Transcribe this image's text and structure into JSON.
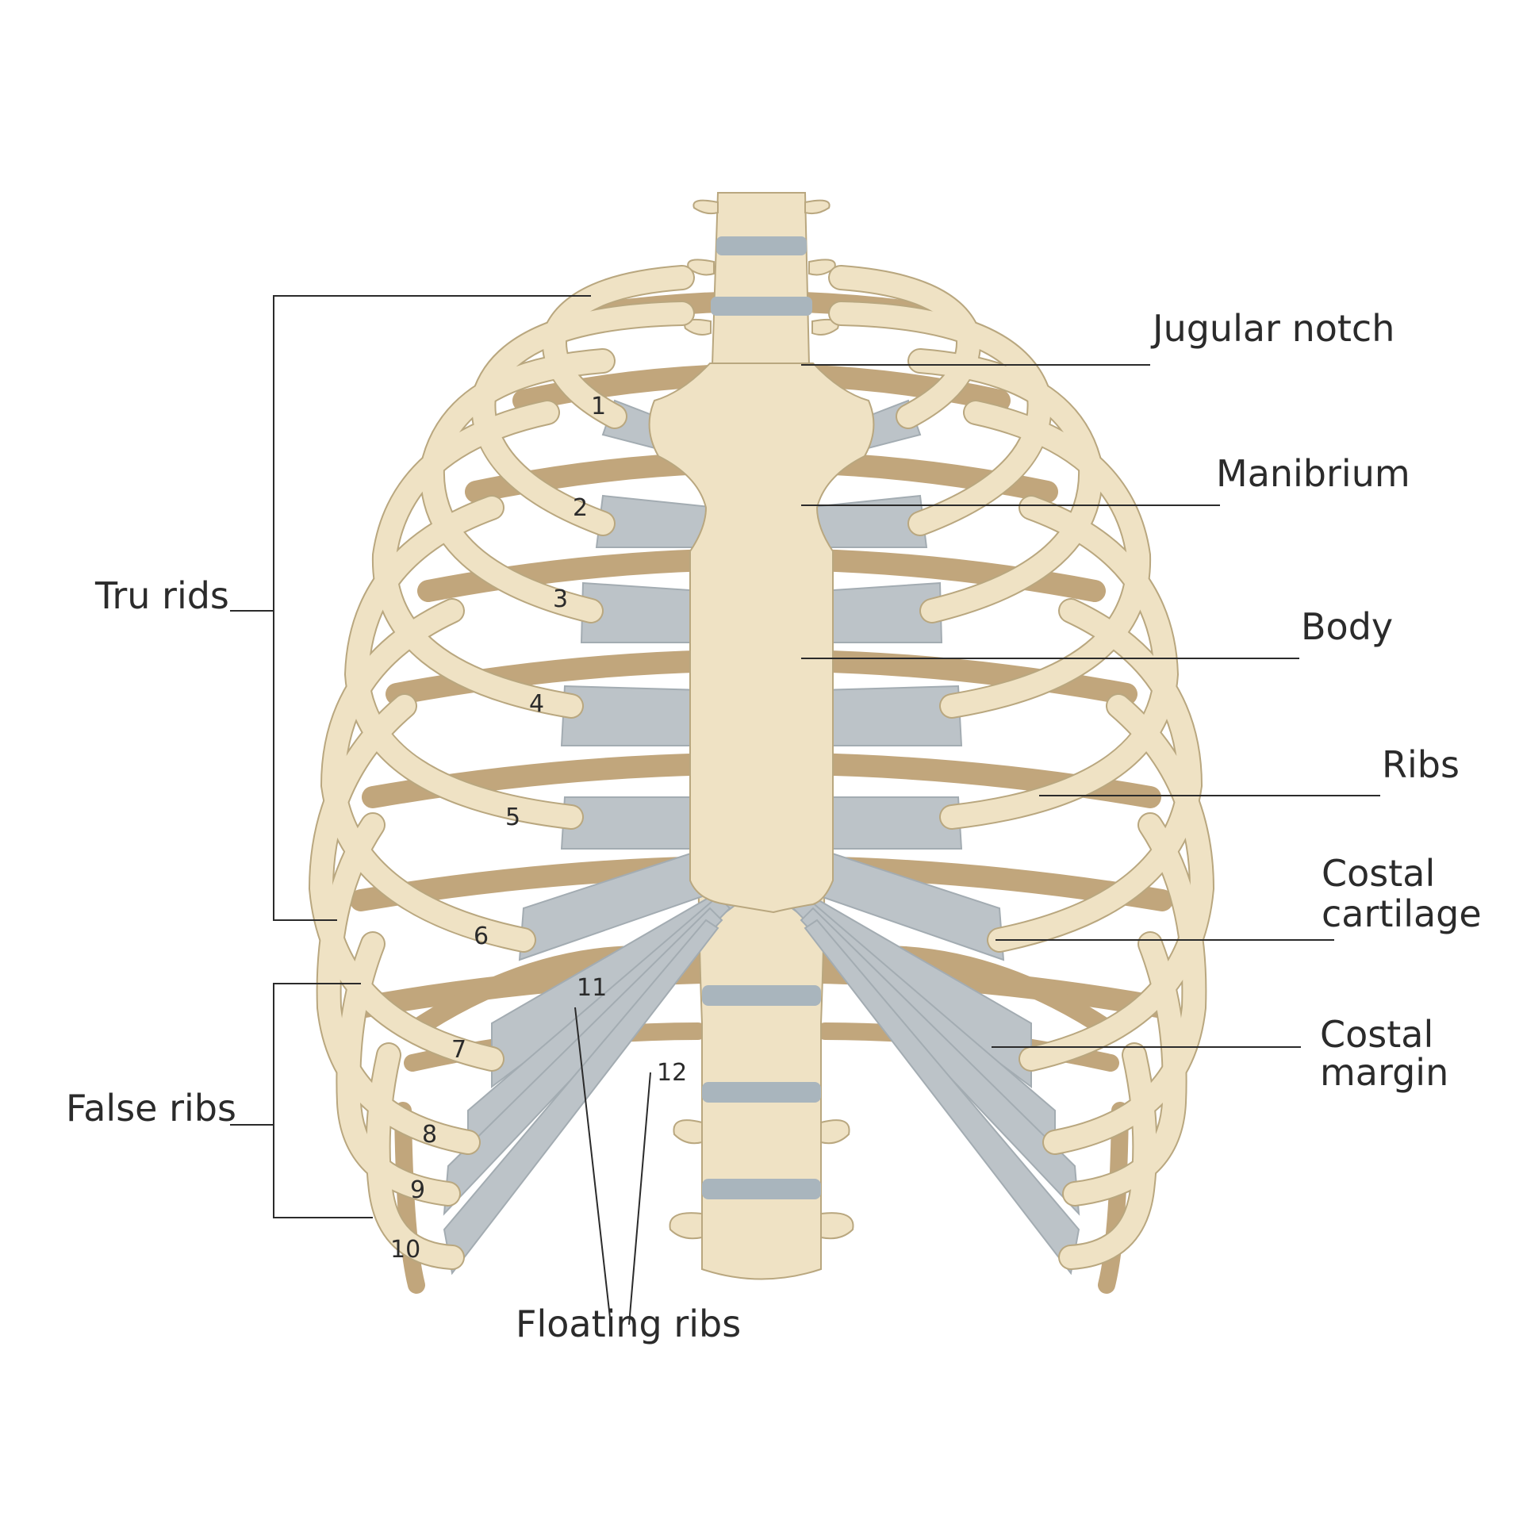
{
  "labels": {
    "true_ribs": "Tru rids",
    "false_ribs": "False ribs",
    "floating_ribs": "Floating ribs",
    "jugular_notch": "Jugular notch",
    "manubrium": "Manibrium",
    "body": "Body",
    "ribs": "Ribs",
    "costal_cartilage_1": "Costal",
    "costal_cartilage_2": "cartilage",
    "costal_margin_1": "Costal",
    "costal_margin_2": "margin"
  },
  "rib_numbers": [
    "1",
    "2",
    "3",
    "4",
    "5",
    "6",
    "7",
    "8",
    "9",
    "10",
    "11",
    "12"
  ],
  "colors": {
    "bone": "#efe2c4",
    "bone_outline": "#b9a77f",
    "back_rib": "#c1a67c",
    "cartilage": "#bcc3c8",
    "disc": "#a9b5bd",
    "text": "#2b2b2b"
  }
}
